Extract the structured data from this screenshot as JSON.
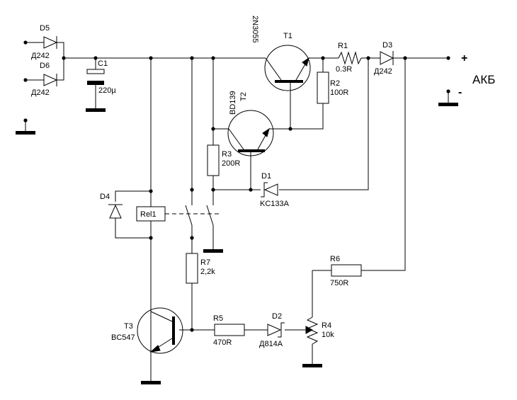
{
  "terminals": {
    "plus": "+",
    "minus": "-",
    "battery": "АКБ"
  },
  "components": {
    "D5": {
      "ref": "D5",
      "value": "Д242"
    },
    "D6": {
      "ref": "D6",
      "value": "Д242"
    },
    "C1": {
      "ref": "C1",
      "value": "220µ"
    },
    "T1": {
      "ref": "T1",
      "value": "2N3055"
    },
    "R1": {
      "ref": "R1",
      "value": "0.3R"
    },
    "D3": {
      "ref": "D3",
      "value": "Д242"
    },
    "R2": {
      "ref": "R2",
      "value": "100R"
    },
    "T2": {
      "ref": "T2",
      "value": "BD139"
    },
    "R3": {
      "ref": "R3",
      "value": "200R"
    },
    "D1": {
      "ref": "D1",
      "value": "KC133A"
    },
    "D4": {
      "ref": "D4"
    },
    "Rel1": {
      "ref": "Rel1"
    },
    "R7": {
      "ref": "R7",
      "value": "2,2k"
    },
    "T3": {
      "ref": "T3",
      "value": "BC547"
    },
    "R5": {
      "ref": "R5",
      "value": "470R"
    },
    "D2": {
      "ref": "D2",
      "value": "Д814A"
    },
    "R4": {
      "ref": "R4",
      "value": "10k"
    },
    "R6": {
      "ref": "R6",
      "value": "750R"
    }
  }
}
